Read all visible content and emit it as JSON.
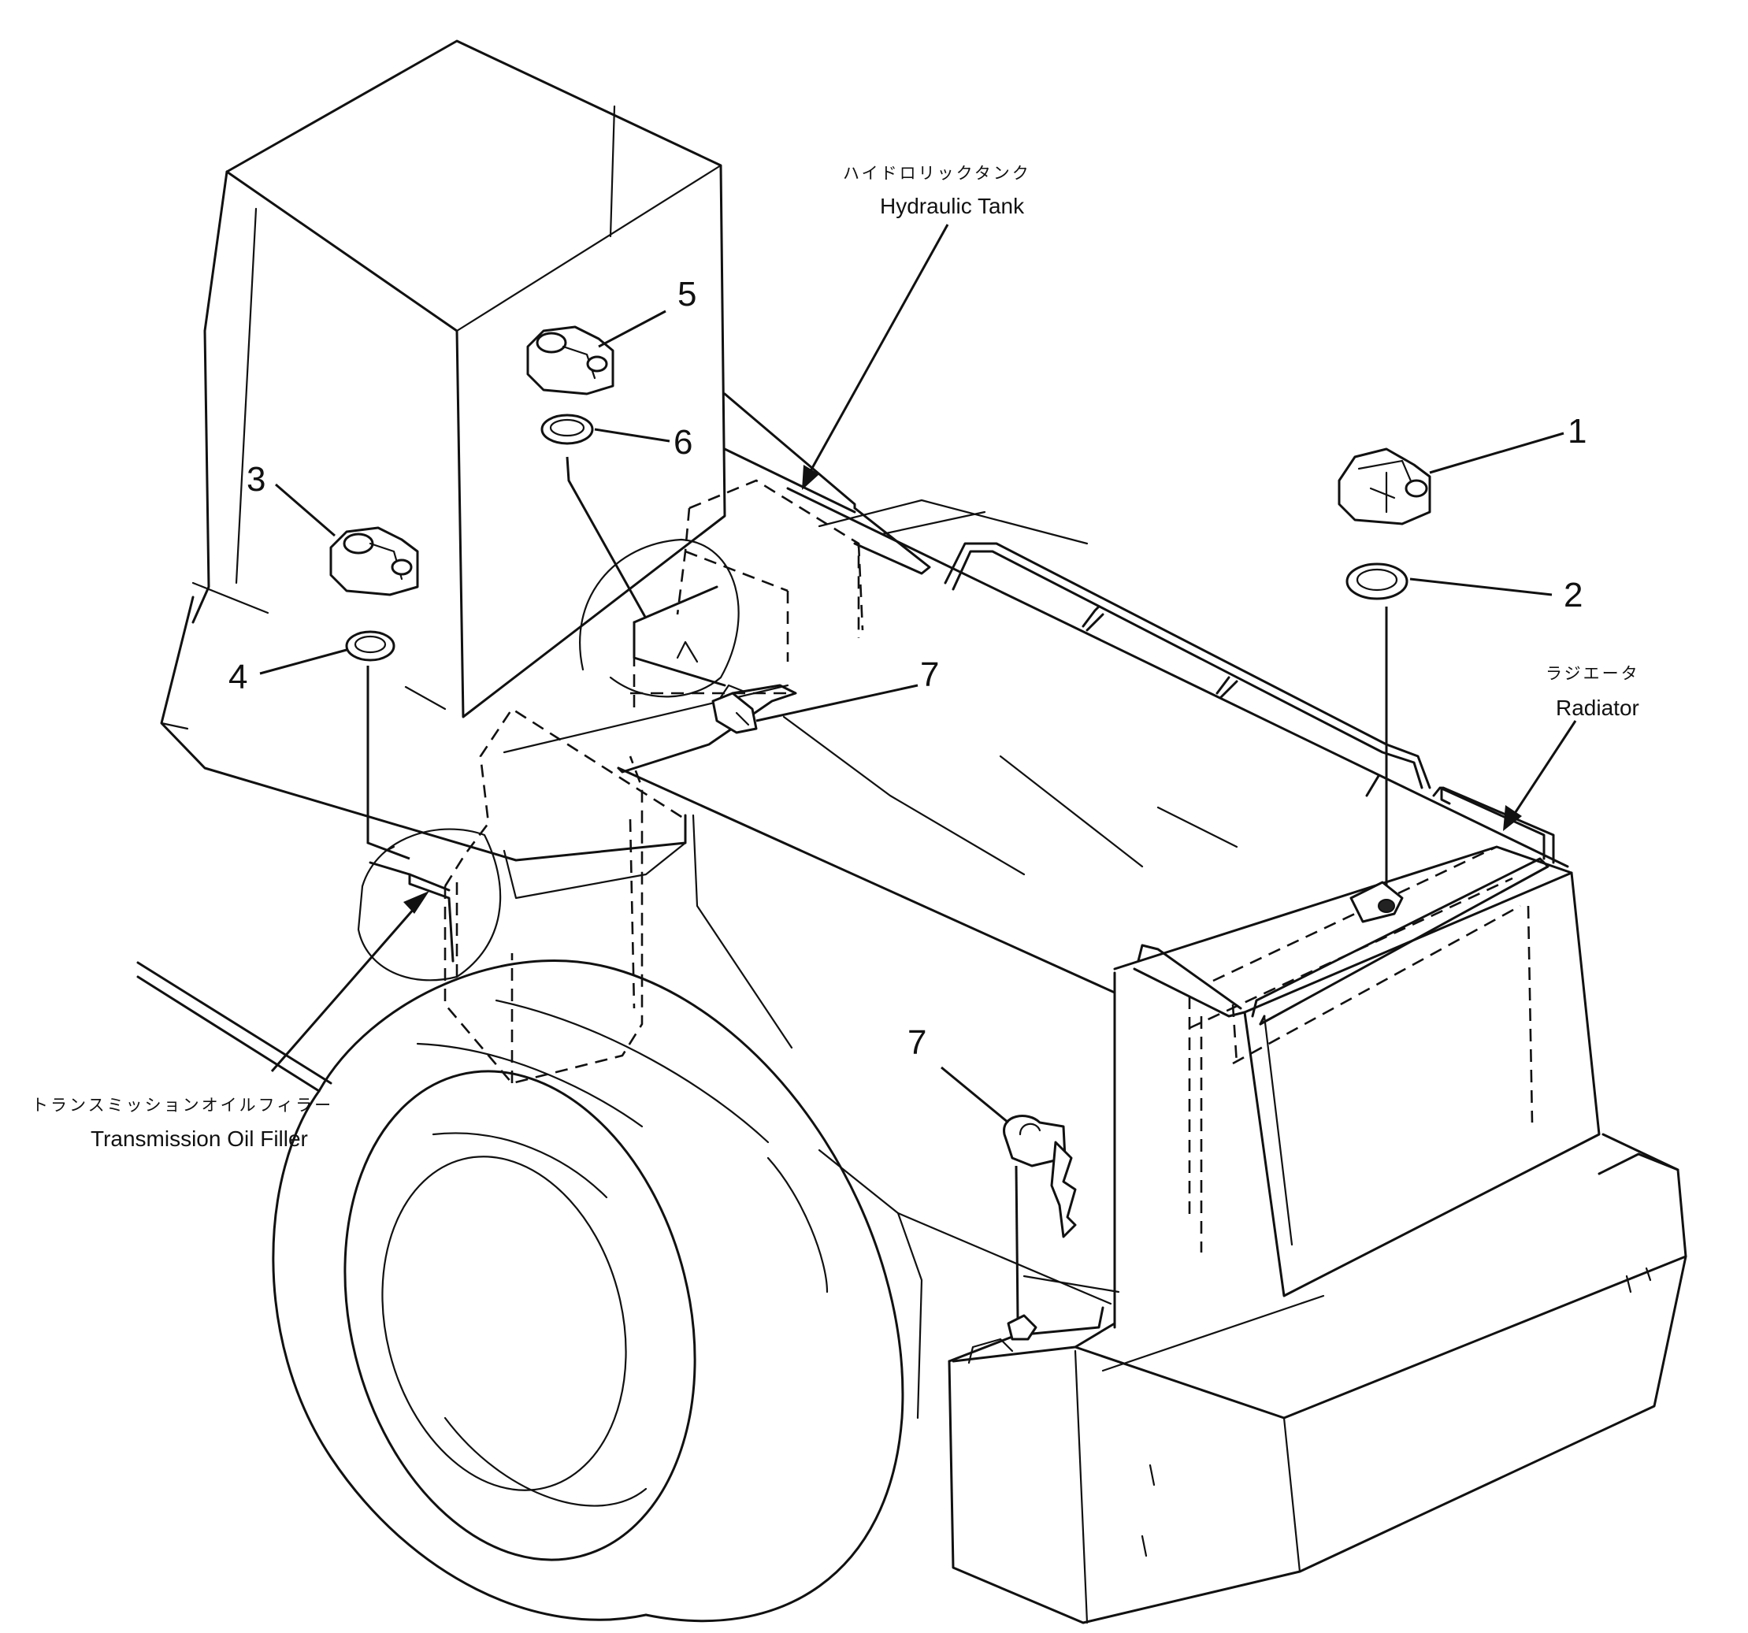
{
  "labels": {
    "hydraulic_tank_jp": "ハイドロリックタンク",
    "hydraulic_tank_en": "Hydraulic Tank",
    "radiator_jp": "ラジエータ",
    "radiator_en": "Radiator",
    "transmission_jp": "トランスミッションオイルフィラー",
    "transmission_en": "Transmission Oil Filler"
  },
  "callouts": {
    "c1": "1",
    "c2": "2",
    "c3": "3",
    "c4": "4",
    "c5": "5",
    "c6": "6",
    "c7a": "7",
    "c7b": "7"
  }
}
